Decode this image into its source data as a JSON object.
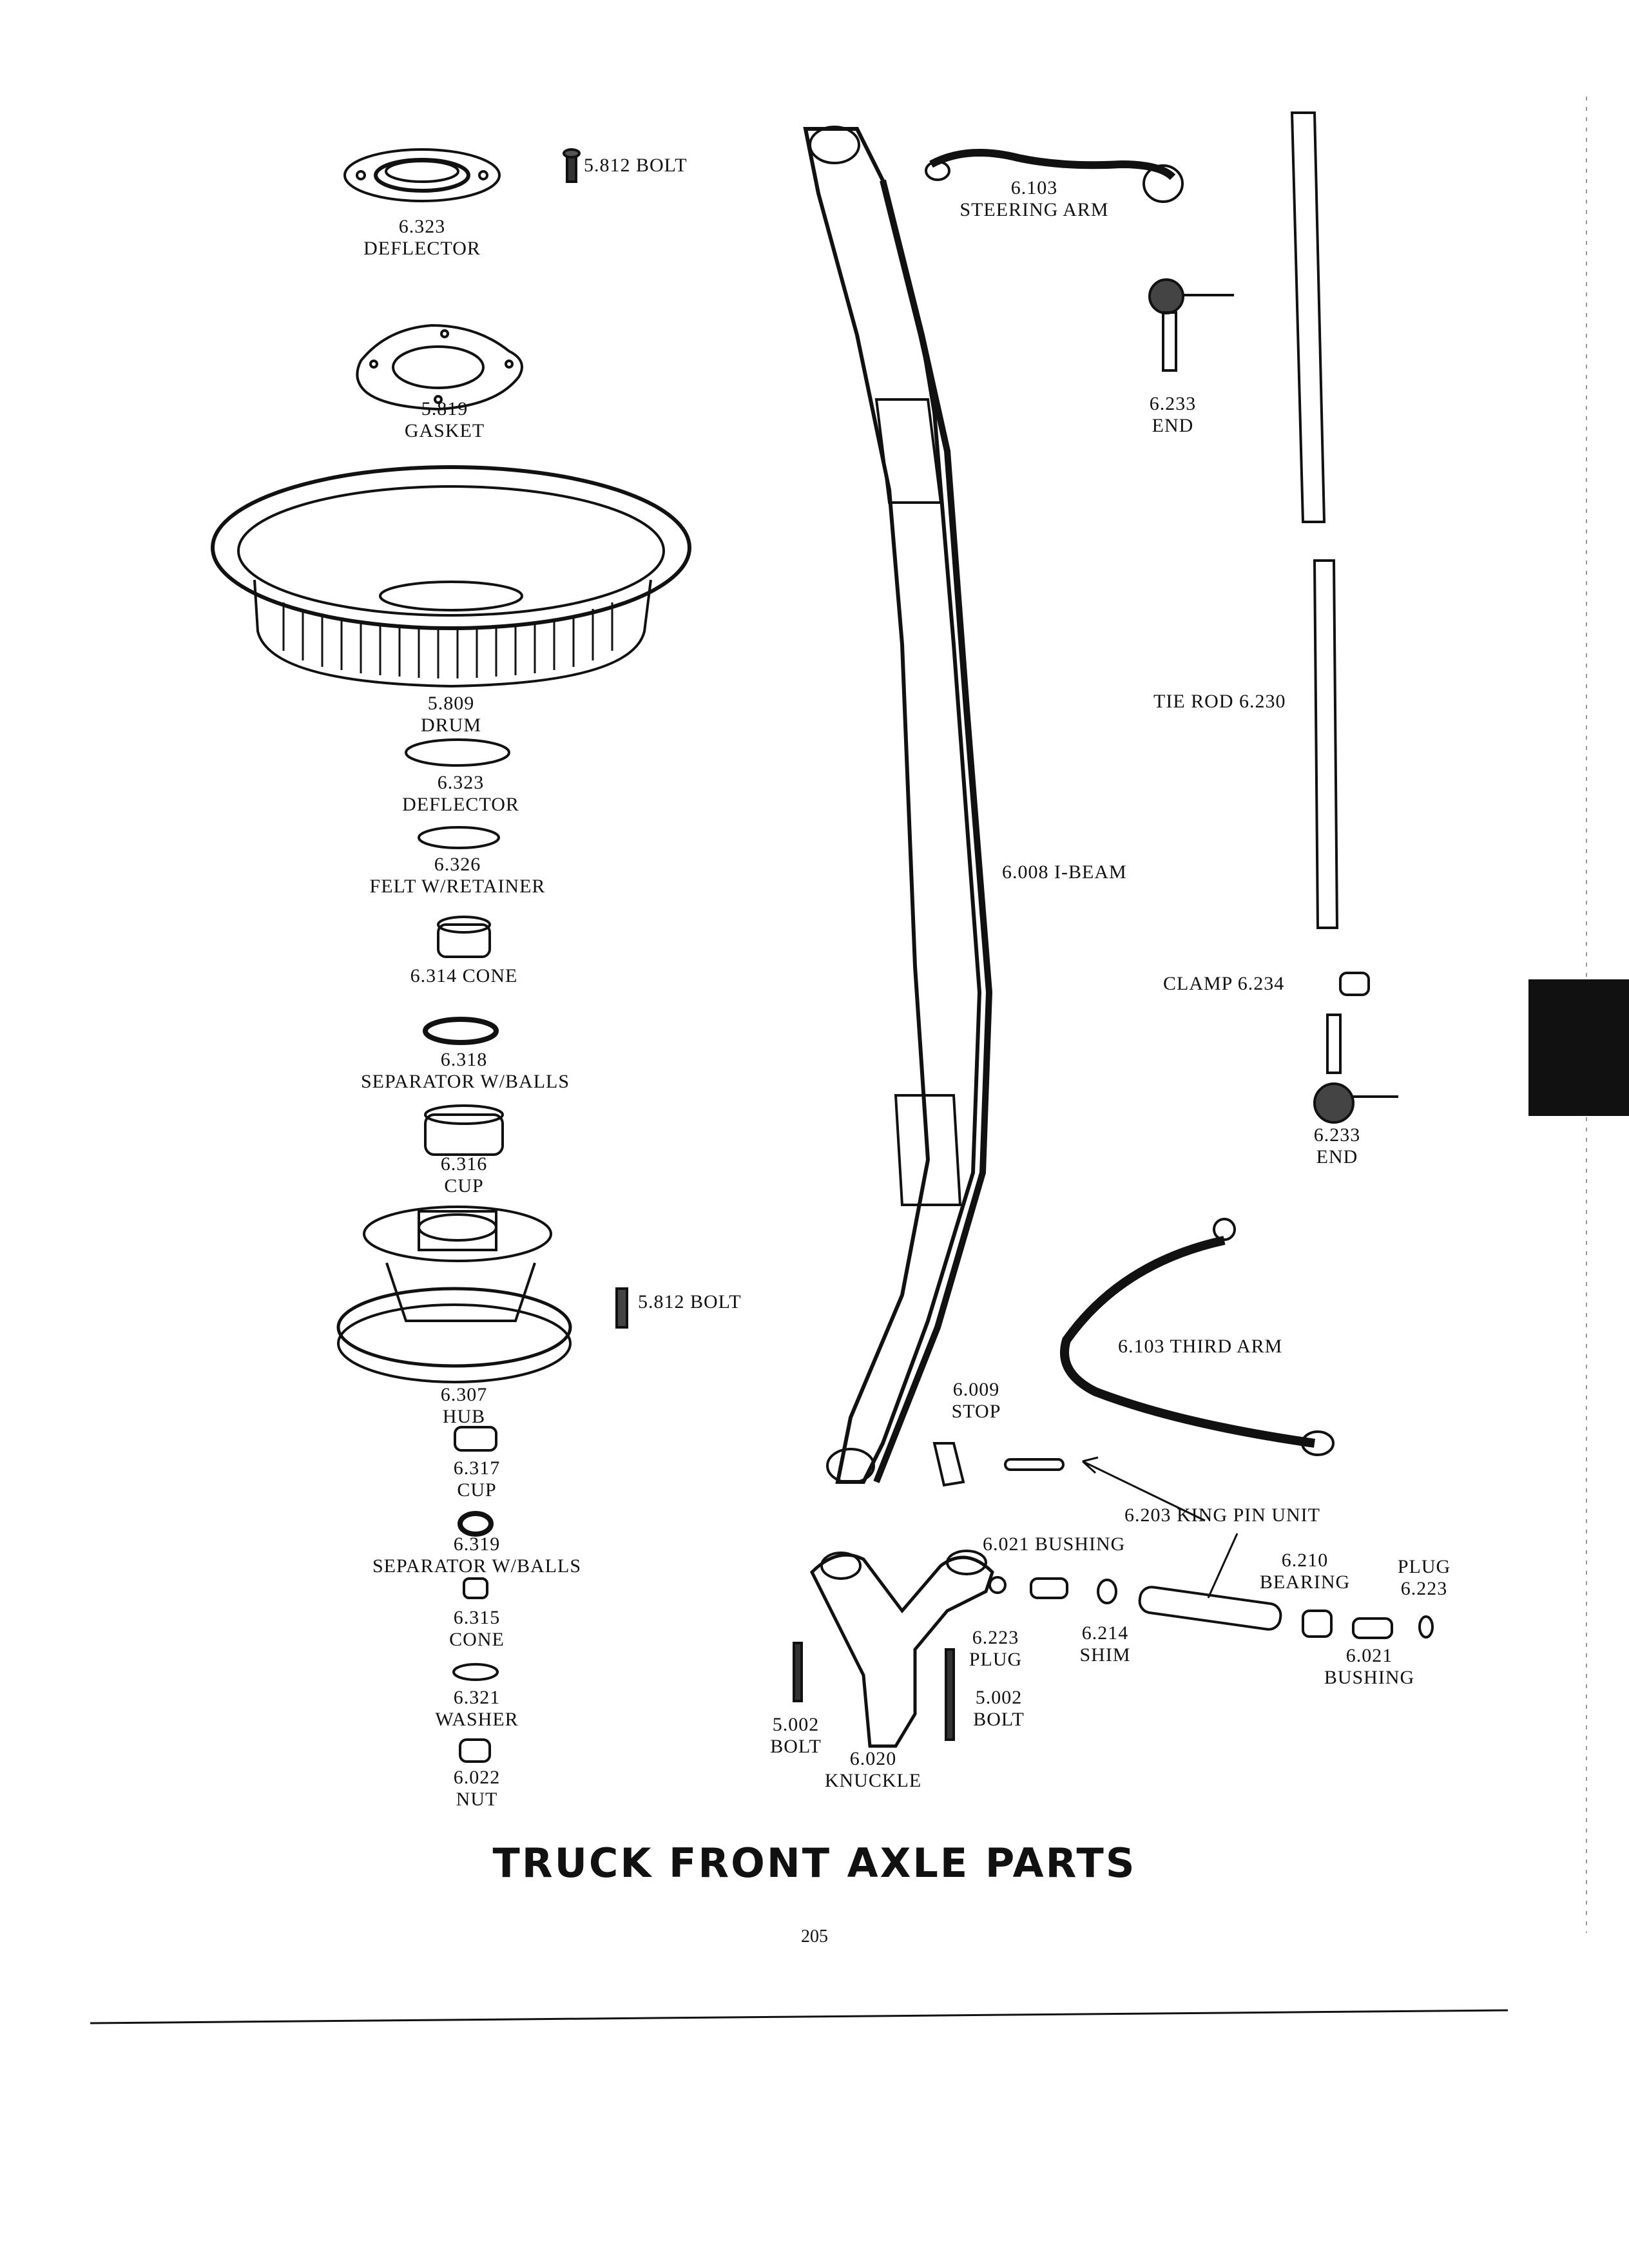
{
  "title": "TRUCK FRONT AXLE PARTS",
  "page_number": "205",
  "parts": {
    "deflector_top": {
      "number": "6.323",
      "name": "DEFLECTOR"
    },
    "bolt_top": {
      "text": "5.812 BOLT"
    },
    "gasket": {
      "number": "5.819",
      "name": "GASKET"
    },
    "drum": {
      "number": "5.809",
      "name": "DRUM"
    },
    "deflector_2": {
      "number": "6.323",
      "name": "DEFLECTOR"
    },
    "felt": {
      "number": "6.326",
      "name": "FELT W/RETAINER"
    },
    "cone_top": {
      "text": "6.314 CONE"
    },
    "separator_top": {
      "number": "6.318",
      "name": "SEPARATOR W/BALLS"
    },
    "cup_top": {
      "number": "6.316",
      "name": "CUP"
    },
    "bolt_hub": {
      "text": "5.812 BOLT"
    },
    "hub": {
      "number": "6.307",
      "name": "HUB"
    },
    "cup_bottom": {
      "number": "6.317",
      "name": "CUP"
    },
    "separator_bottom": {
      "number": "6.319",
      "name": "SEPARATOR W/BALLS"
    },
    "cone_bottom": {
      "number": "6.315",
      "name": "CONE"
    },
    "washer": {
      "number": "6.321",
      "name": "WASHER"
    },
    "nut": {
      "number": "6.022",
      "name": "NUT"
    },
    "steering_arm": {
      "number": "6.103",
      "name": "STEERING ARM"
    },
    "end_top": {
      "number": "6.233",
      "name": "END"
    },
    "tie_rod": {
      "text": "TIE ROD 6.230"
    },
    "i_beam": {
      "text": "6.008 I-BEAM"
    },
    "clamp": {
      "text": "CLAMP 6.234"
    },
    "end_bottom": {
      "number": "6.233",
      "name": "END"
    },
    "third_arm": {
      "text": "6.103 THIRD ARM"
    },
    "stop": {
      "number": "6.009",
      "name": "STOP"
    },
    "king_pin_unit": {
      "text": "6.203 KING PIN UNIT"
    },
    "bushing_top": {
      "text": "6.021 BUSHING"
    },
    "plug_left": {
      "number": "6.223",
      "name": "PLUG"
    },
    "shim": {
      "number": "6.214",
      "name": "SHIM"
    },
    "bearing": {
      "number": "6.210",
      "name": "BEARING"
    },
    "plug_right": {
      "name": "PLUG",
      "number": "6.223"
    },
    "bushing_bottom": {
      "number": "6.021",
      "name": "BUSHING"
    },
    "bolt_left": {
      "number": "5.002",
      "name": "BOLT"
    },
    "bolt_right": {
      "number": "5.002",
      "name": "BOLT"
    },
    "knuckle": {
      "number": "6.020",
      "name": "KNUCKLE"
    }
  }
}
